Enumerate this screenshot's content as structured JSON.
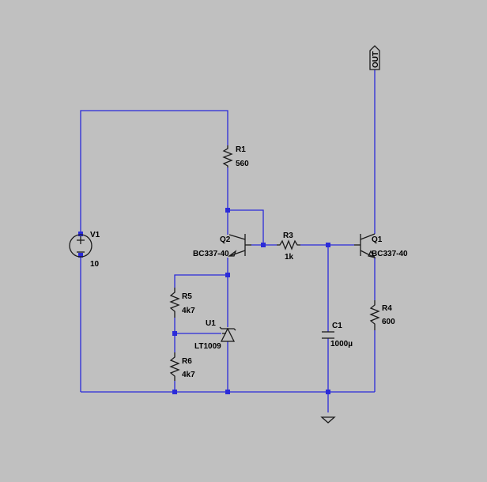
{
  "colors": {
    "background": "#c0c0c0",
    "wire": "#2b2bd9",
    "component": "#1a1a1a",
    "text": "#000000"
  },
  "components": {
    "v1": {
      "ref": "V1",
      "value": "10"
    },
    "r1": {
      "ref": "R1",
      "value": "560"
    },
    "q2": {
      "ref": "Q2",
      "value": "BC337-40"
    },
    "r3": {
      "ref": "R3",
      "value": "1k"
    },
    "q1": {
      "ref": "Q1",
      "value": "BC337-40"
    },
    "r5": {
      "ref": "R5",
      "value": "4k7"
    },
    "u1": {
      "ref": "U1",
      "value": "LT1009"
    },
    "r6": {
      "ref": "R6",
      "value": "4k7"
    },
    "c1": {
      "ref": "C1",
      "value": "1000µ"
    },
    "r4": {
      "ref": "R4",
      "value": "600"
    }
  },
  "output_port": {
    "label": "OUT"
  }
}
